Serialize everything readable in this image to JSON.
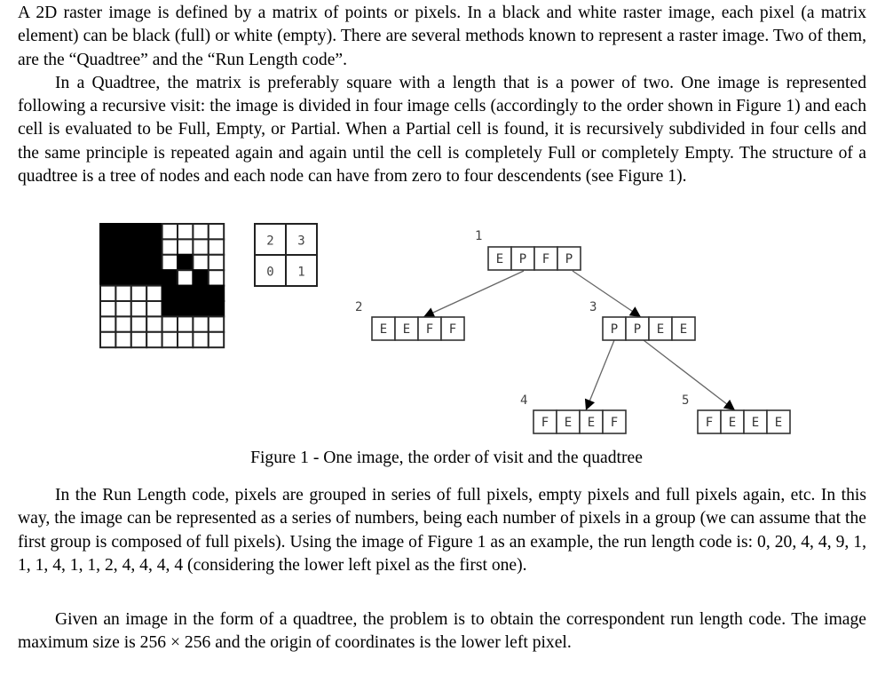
{
  "paragraphs": {
    "p1a": "A 2D raster image is defined by a matrix of points or pixels. In a black and white raster image, each pixel (a matrix element) can be black (full) or white (empty). There are several methods known to represent a raster image. Two of them, are the “Quadtree” and the “Run Length code”.",
    "p1b": "In a Quadtree, the matrix is preferably square with a length that is a power of two. One image is represented following a recursive visit: the image is divided in four image cells (accordingly to the order shown in Figure 1) and each cell is evaluated to be Full, Empty, or Partial. When a Partial cell is found, it is recursively subdivided in four cells and the same principle is repeated again and again until the cell is completely Full or completely Empty. The structure of a quadtree is a tree of nodes and each node can have from zero to four descendents (see Figure 1).",
    "p2": "In the Run Length code, pixels are grouped in series of full pixels, empty pixels and full pixels again, etc. In this way, the image can be represented as a series of numbers, being each number of pixels in a group (we can assume that the first group is composed of full pixels). Using the image of Figure 1 as an example, the run length code is: 0, 20, 4, 4, 9, 1, 1, 1, 4, 1, 1, 2, 4, 4, 4, 4 (considering the lower left pixel as the first one).",
    "p3": "Given an image in the form of a quadtree, the problem is to obtain the correspondent run length code. The image maximum size is 256 × 256 and the origin of coordinates is the lower left pixel."
  },
  "figure": {
    "caption": "Figure 1 - One image, the order of visit and the quadtree",
    "image_rows": [
      "11110000",
      "11110000",
      "11110100",
      "11111010",
      "00001111",
      "00001111",
      "00000000",
      "00000000"
    ],
    "order_cells": [
      [
        "2",
        "3"
      ],
      [
        "0",
        "1"
      ]
    ],
    "tree_nodes": [
      {
        "label": "1",
        "cells": [
          "E",
          "P",
          "F",
          "P"
        ]
      },
      {
        "label": "2",
        "cells": [
          "E",
          "E",
          "F",
          "F"
        ]
      },
      {
        "label": "3",
        "cells": [
          "P",
          "P",
          "E",
          "E"
        ]
      },
      {
        "label": "4",
        "cells": [
          "F",
          "E",
          "E",
          "F"
        ]
      },
      {
        "label": "5",
        "cells": [
          "F",
          "E",
          "E",
          "E"
        ]
      }
    ]
  }
}
